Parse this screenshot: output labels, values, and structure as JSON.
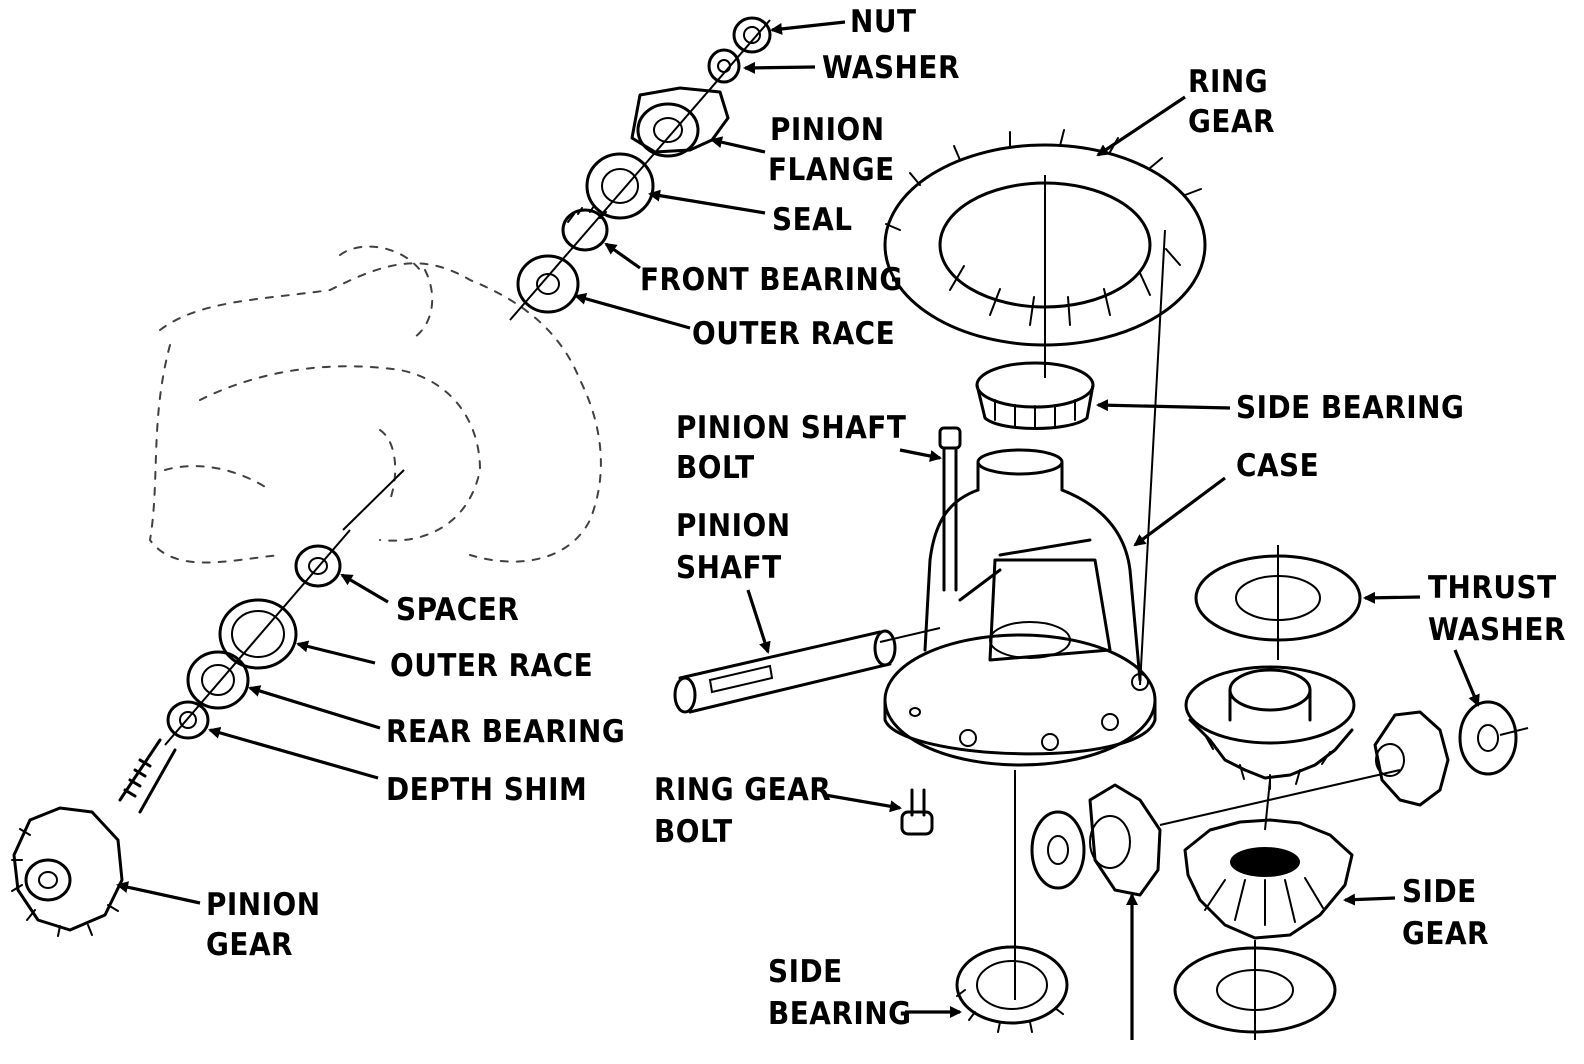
{
  "labels": {
    "nut": "NUT",
    "washer": "WASHER",
    "pinion_flange": [
      "PINION",
      "FLANGE"
    ],
    "seal": "SEAL",
    "front_bearing": "FRONT BEARING",
    "outer_race_top": "OUTER RACE",
    "ring_gear": [
      "RING",
      "GEAR"
    ],
    "side_bearing_top": "SIDE BEARING",
    "pinion_shaft_bolt": [
      "PINION SHAFT",
      "BOLT"
    ],
    "case": "CASE",
    "pinion_shaft": [
      "PINION",
      "SHAFT"
    ],
    "thrust_washer": [
      "THRUST",
      "WASHER"
    ],
    "spacer": "SPACER",
    "outer_race_bottom": "OUTER RACE",
    "rear_bearing": "REAR BEARING",
    "depth_shim": "DEPTH SHIM",
    "ring_gear_bolt": [
      "RING GEAR",
      "BOLT"
    ],
    "pinion_gear": [
      "PINION",
      "GEAR"
    ],
    "side_gear": [
      "SIDE",
      "GEAR"
    ],
    "side_bearing_bottom": [
      "SIDE",
      "BEARING"
    ]
  }
}
